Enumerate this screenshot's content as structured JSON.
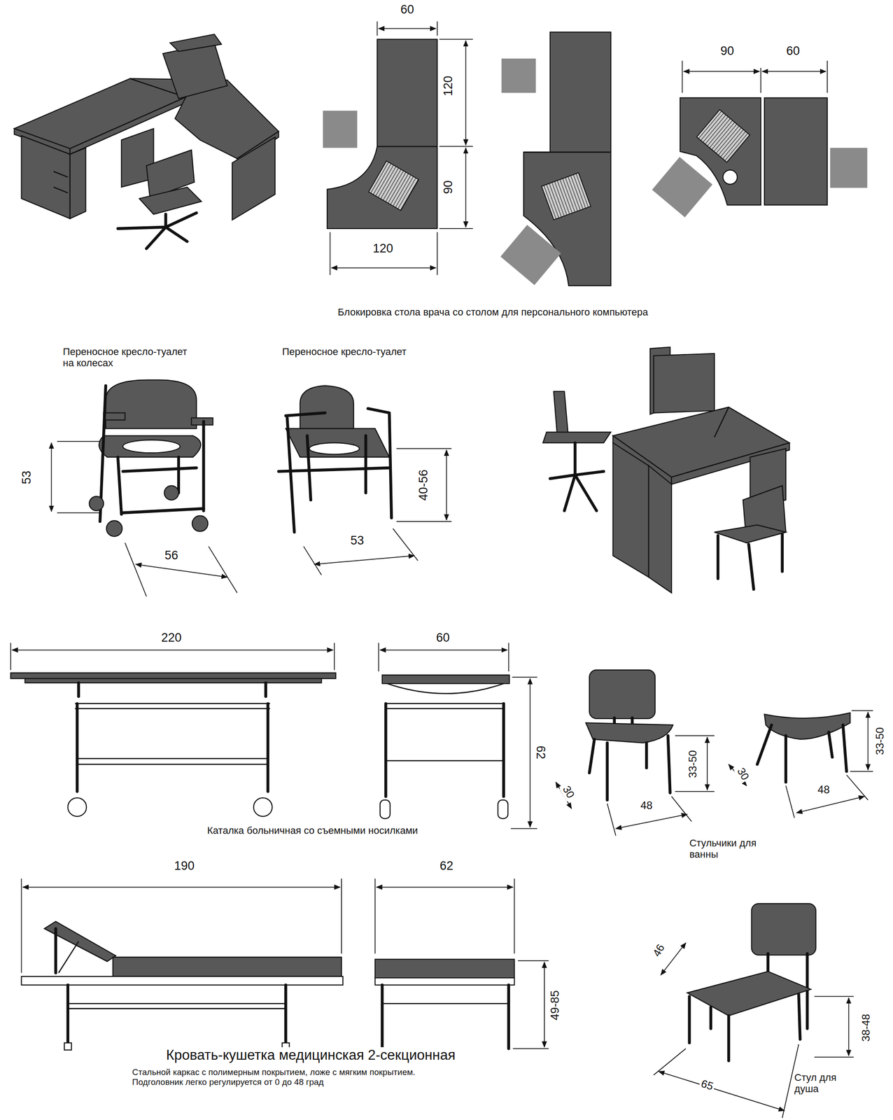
{
  "diagram": {
    "labels": [
      "60",
      "120",
      "90",
      "120",
      "90",
      "60",
      "Блокировка стола врача со столом для персонального компьютера",
      "Переносное кресло-туалет на колесах",
      "Переносное кресло-туалет",
      "53",
      "56",
      "40-56",
      "53",
      "220",
      "60",
      "62",
      "Каталка больничная со съемными носилками",
      "33-50",
      "30",
      "48",
      "33-50",
      "30",
      "48",
      "Стульчики для ванны",
      "190",
      "62",
      "49-85",
      "Кровать-кушетка медицинская 2-секционная",
      "Стальной каркас с полимерным покрытием, ложе с мягким покрытием. Подголовник легко регулируется от 0 до 48 град",
      "46",
      "38-48",
      "65",
      "Стул для душа"
    ]
  }
}
